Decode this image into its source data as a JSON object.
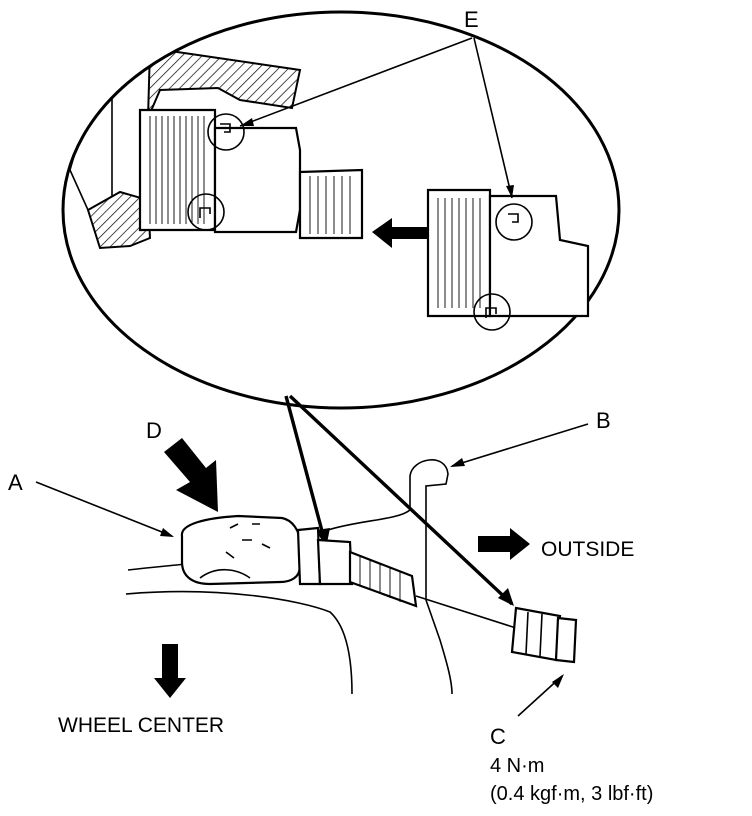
{
  "labels": {
    "a": "A",
    "b": "B",
    "c": "C",
    "d": "D",
    "e": "E"
  },
  "outside": "OUTSIDE",
  "wheel_center": "WHEEL CENTER",
  "torque": {
    "value": "4 N·m",
    "alt": "(0.4 kgf·m, 3 lbf·ft)"
  }
}
